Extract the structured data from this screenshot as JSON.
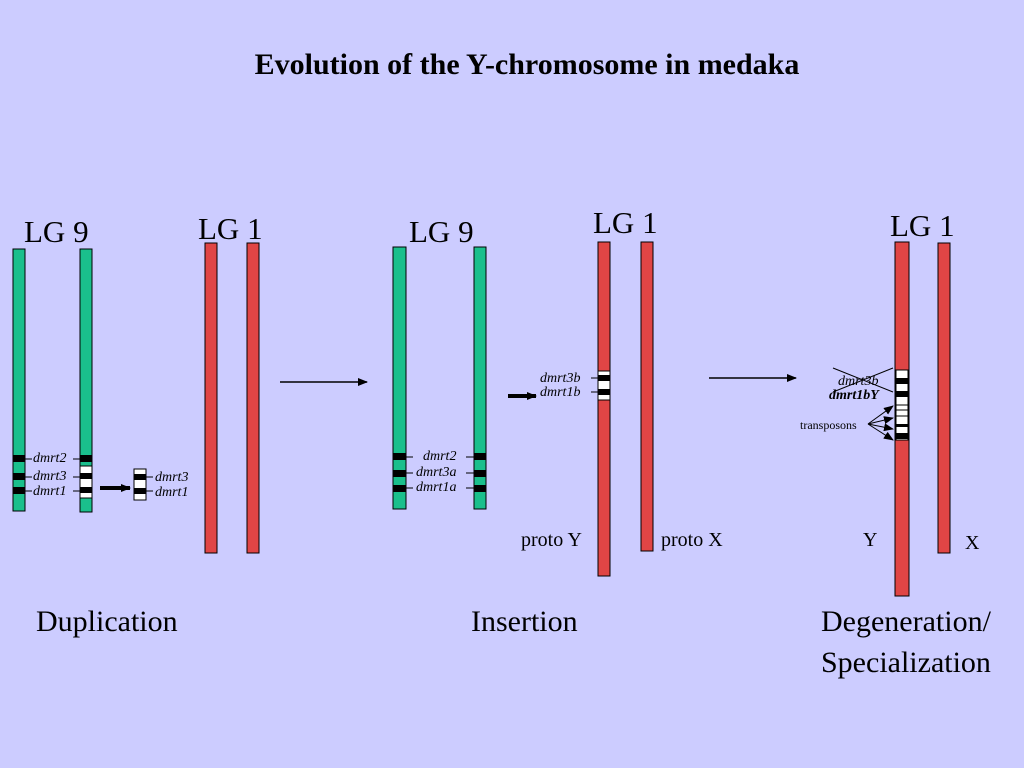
{
  "title": "Evolution of the Y-chromosome in medaka",
  "colors": {
    "background": "#ccccff",
    "lg9_chromosome": "#1abf8c",
    "lg1_chromosome": "#e04545",
    "band": "#000000"
  },
  "panels": {
    "duplication": {
      "caption": "Duplication",
      "lg9_label": "LG 9",
      "lg1_label": "LG 1",
      "genes_left": [
        "dmrt2",
        "dmrt3",
        "dmrt1"
      ],
      "genes_fragment": [
        "dmrt3",
        "dmrt1"
      ]
    },
    "insertion": {
      "caption": "Insertion",
      "lg9_label": "LG 9",
      "lg1_label": "LG 1",
      "genes_lg9": [
        "dmrt2",
        "dmrt3a",
        "dmrt1a"
      ],
      "genes_inserted": [
        "dmrt3b",
        "dmrt1b"
      ],
      "proto_y": "proto Y",
      "proto_x": "proto X"
    },
    "degeneration": {
      "caption_line1": "Degeneration/",
      "caption_line2": "Specialization",
      "lg1_label": "LG 1",
      "gene_lost": "dmrt3b",
      "gene_y": "dmrt1bY",
      "transposons": "transposons",
      "y_label": "Y",
      "x_label": "X"
    }
  }
}
